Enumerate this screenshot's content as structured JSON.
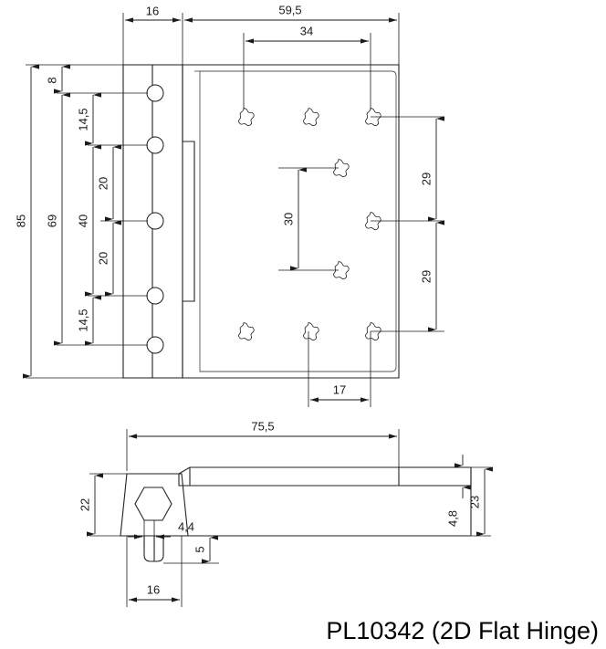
{
  "drawing": {
    "title": "PL10342 (2D Flat Hinge)",
    "units": "mm",
    "line_color": "#1a1a1a",
    "background_color": "#ffffff",
    "views": [
      {
        "name": "front-view",
        "label": "front elevation"
      },
      {
        "name": "side-view",
        "label": "side / section elevation"
      }
    ]
  },
  "front_view": {
    "dimensions": {
      "leaf_width": "16",
      "plate_width": "59,5",
      "star_span_horizontal": "34",
      "overall_height": "85",
      "knuckle_span": "69",
      "inner_pin_span": "40",
      "top_edge_to_first_hole": "8",
      "hole_pitch_outer_top": "14,5",
      "hole_pitch_mid_top": "20",
      "hole_pitch_mid_bottom": "20",
      "hole_pitch_outer_bottom": "14,5",
      "star_row_pitch_top": "29",
      "star_row_pitch_bottom": "29",
      "star_column_offset": "30",
      "bottom_star_span": "17"
    },
    "round_holes_count": 5,
    "star_holes_count": 9
  },
  "side_view": {
    "dimensions": {
      "overall_length": "75,5",
      "knuckle_height": "22",
      "slot_width": "4,4",
      "slot_depth": "5",
      "base_width": "16",
      "arm_thickness": "4,8",
      "arm_height": "23"
    },
    "features": {
      "hexagon": "hex-knuckle-profile",
      "slot": "fixing-slot"
    }
  }
}
